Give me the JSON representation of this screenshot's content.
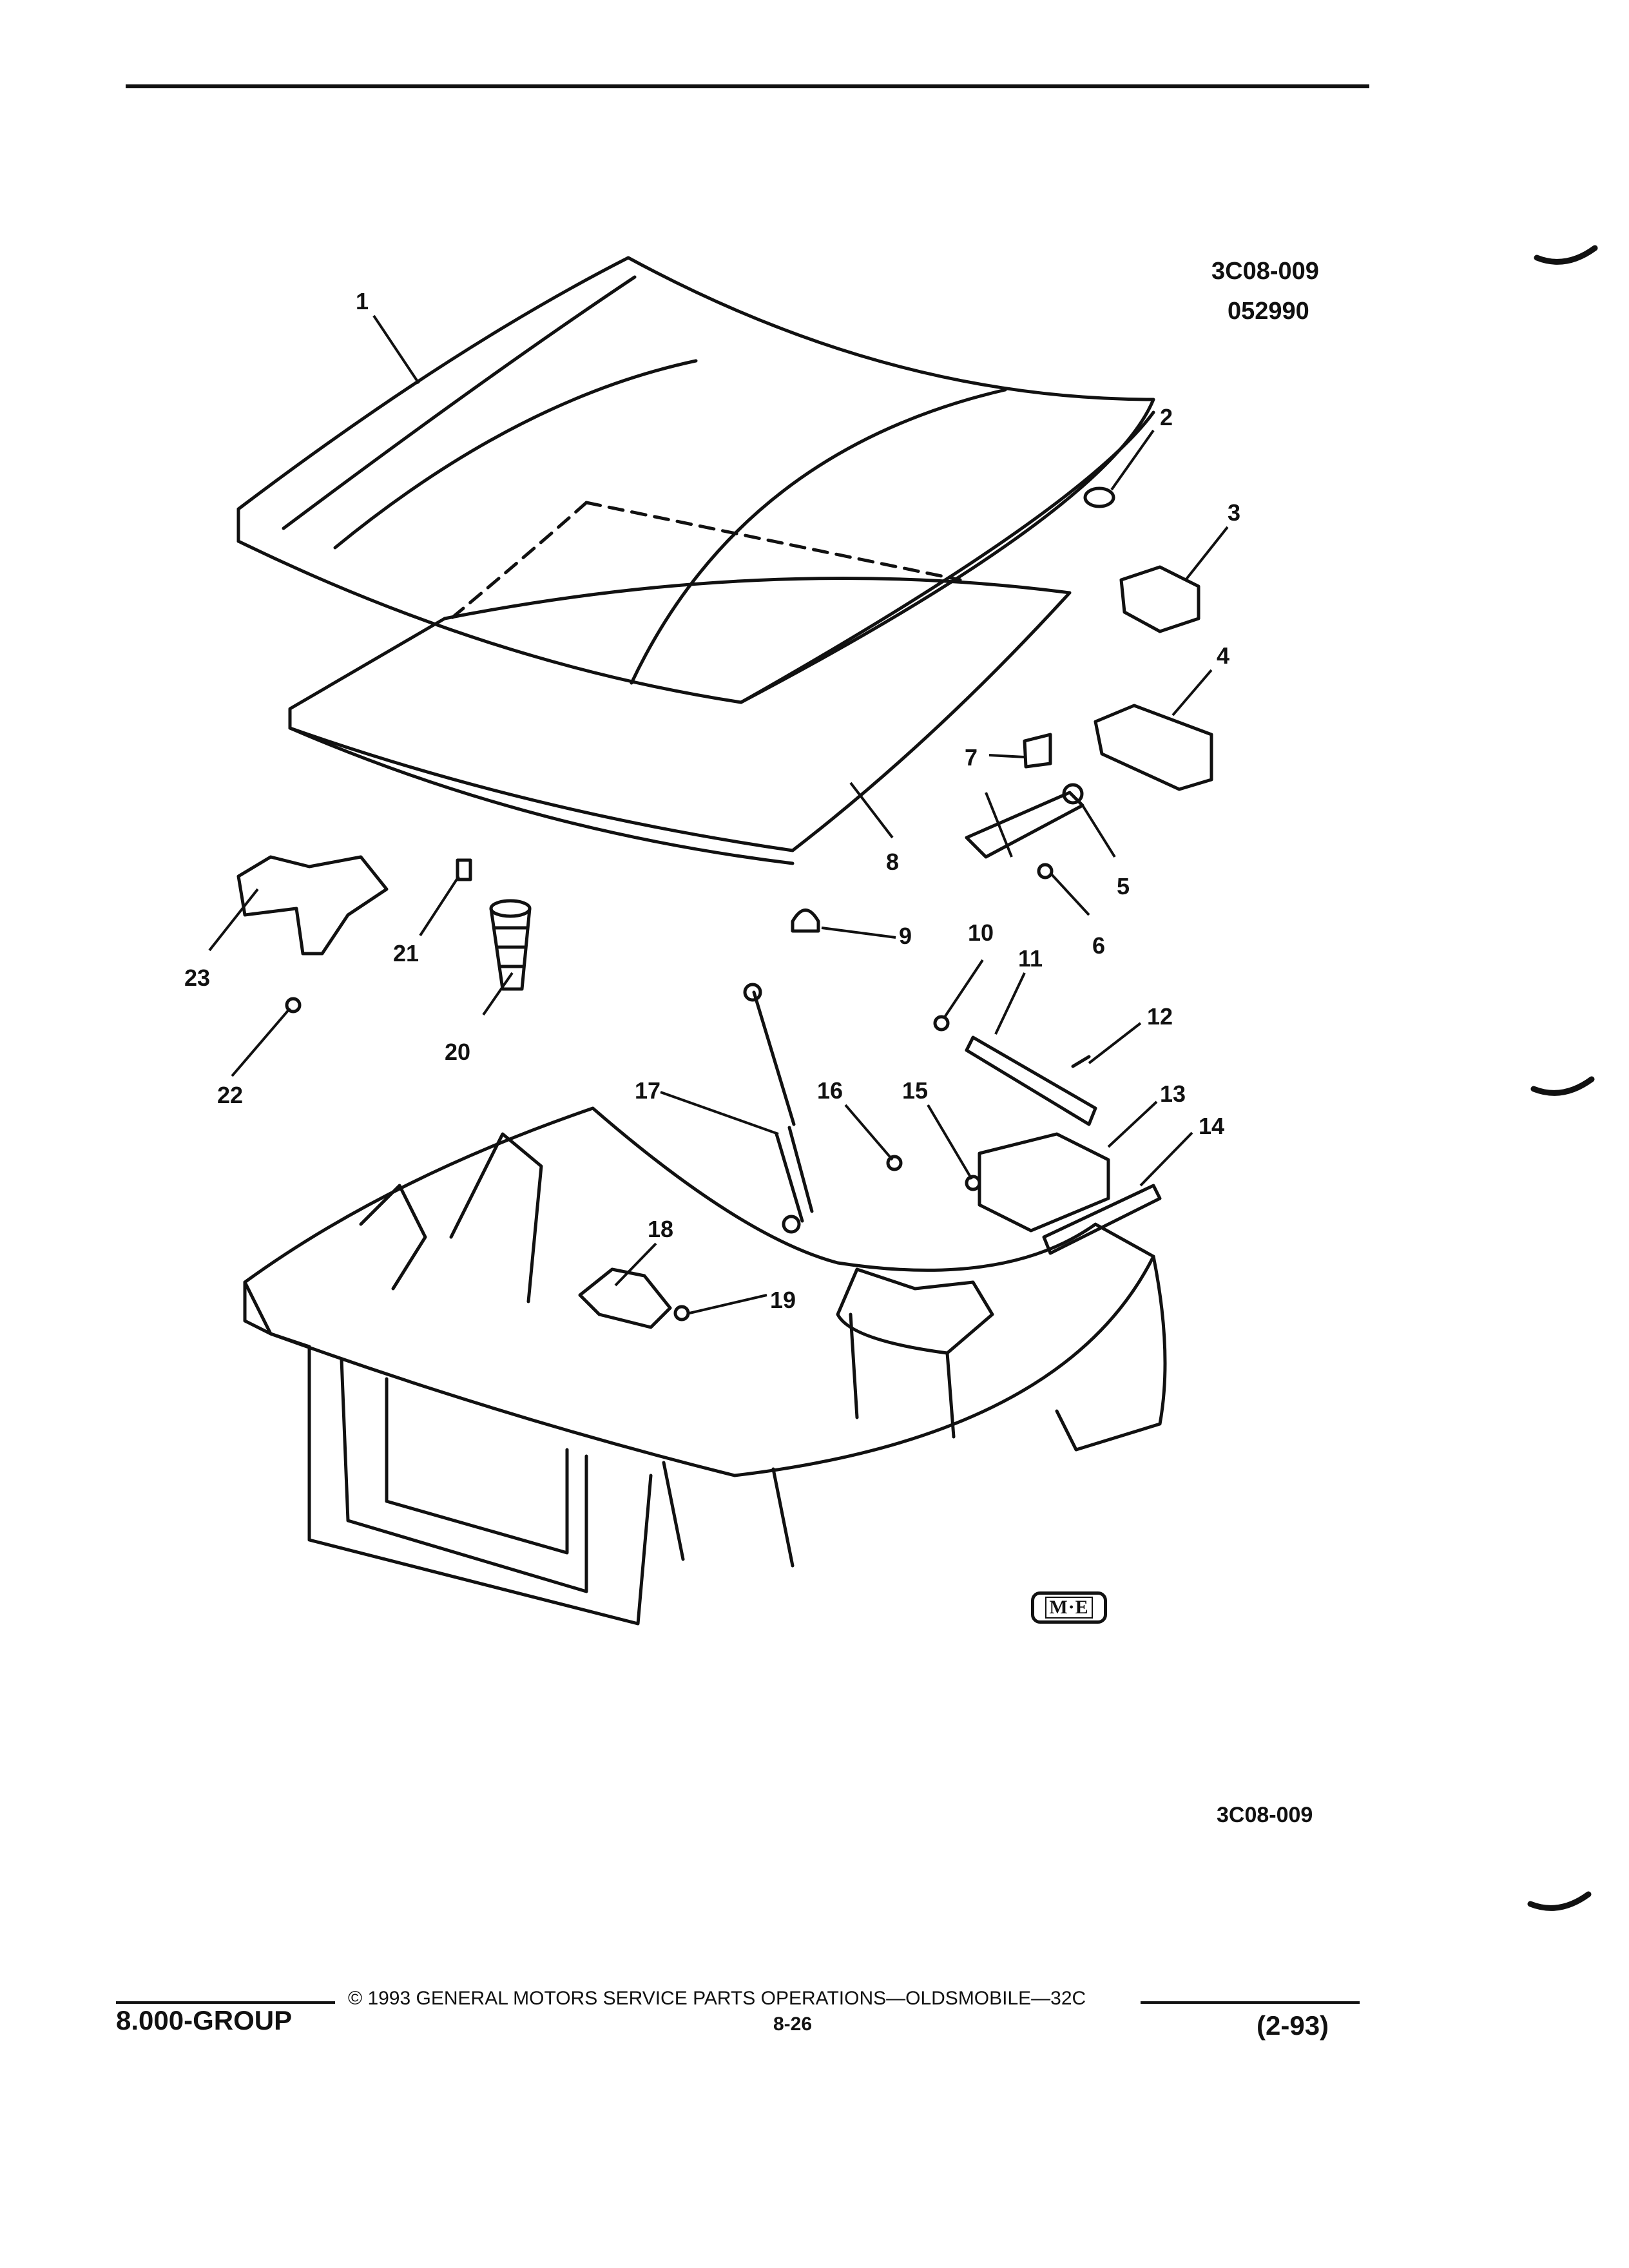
{
  "header": {
    "code": "3C08-009",
    "date": "052990"
  },
  "diagram": {
    "callouts": [
      "1",
      "2",
      "3",
      "4",
      "5",
      "6",
      "7",
      "8",
      "9",
      "10",
      "11",
      "12",
      "13",
      "14",
      "15",
      "16",
      "17",
      "18",
      "19",
      "20",
      "21",
      "22",
      "23"
    ],
    "maker_logo": "M·E"
  },
  "footer": {
    "figure_code": "3C08-009",
    "group": "8.000-GROUP",
    "copyright": "© 1993 GENERAL MOTORS SERVICE PARTS OPERATIONS—OLDSMOBILE—32C",
    "page": "8-26",
    "revision": "(2-93)"
  }
}
